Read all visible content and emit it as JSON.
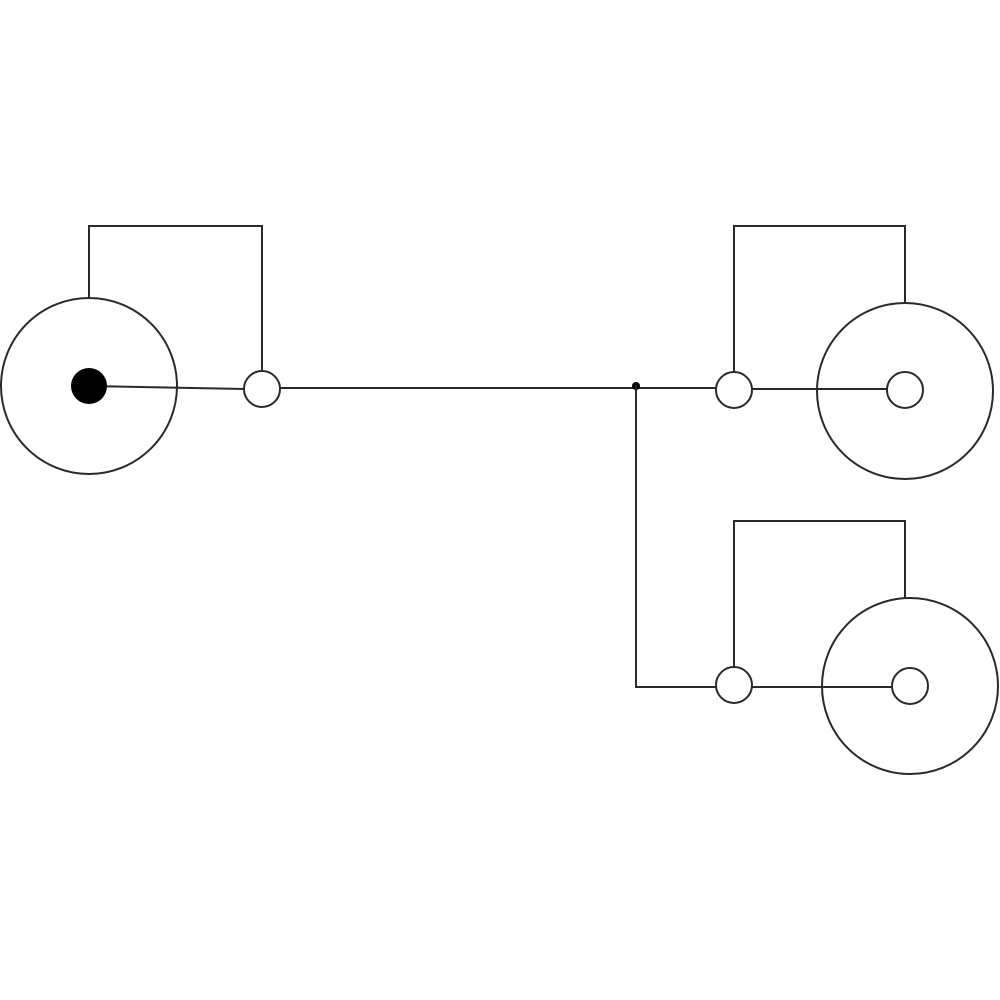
{
  "diagram": {
    "type": "wiring-schematic",
    "colors": {
      "background": "#ffffff",
      "line": "#2a2a2a",
      "filled_pin": "#000000"
    },
    "connectors": [
      {
        "id": "input-connector",
        "pin": "filled"
      },
      {
        "id": "output-connector-top",
        "pin": "hollow"
      },
      {
        "id": "output-connector-bottom",
        "pin": "hollow"
      }
    ],
    "junction": {
      "id": "split-junction",
      "style": "dot"
    }
  }
}
